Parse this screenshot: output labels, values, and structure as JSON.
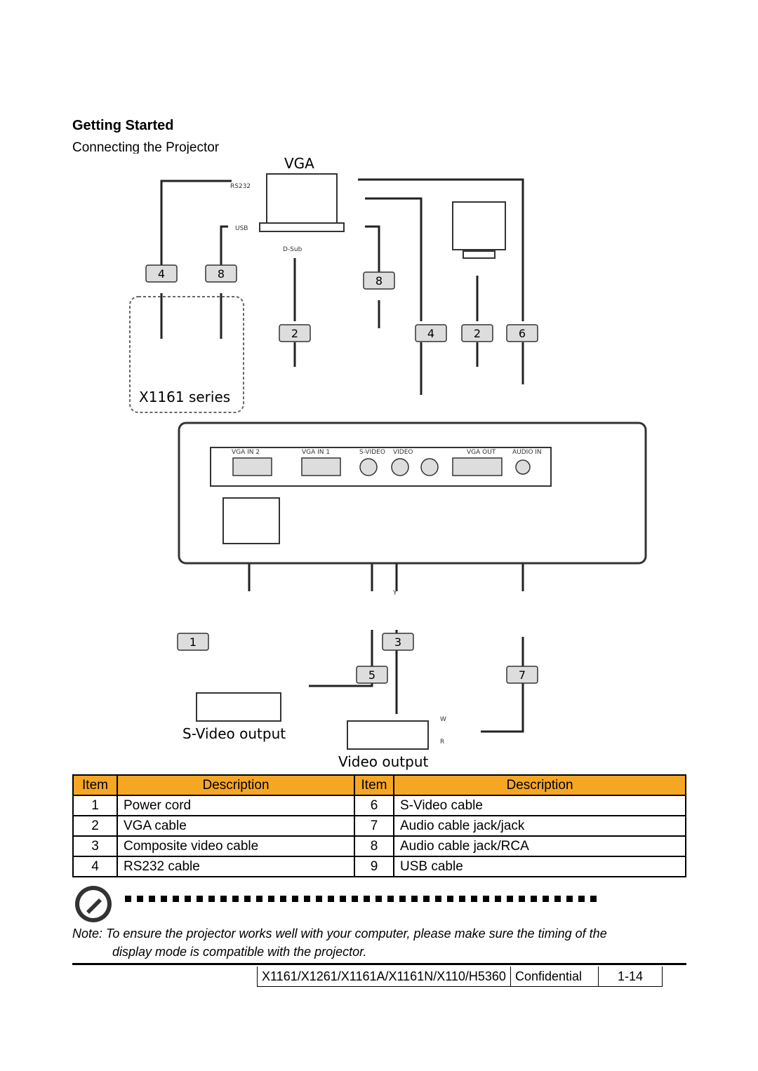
{
  "section": {
    "title": "Getting Started",
    "subtitle": "Connecting the Projector"
  },
  "diagram": {
    "labels": {
      "vga": "VGA",
      "series": "X1161 series",
      "svideo_output": "S-Video output",
      "video_output": "Video output",
      "rs232": "RS232",
      "usb": "USB",
      "dsub": "D-Sub",
      "vga_in_2": "VGA IN 2",
      "vga_in_1": "VGA IN 1",
      "svideo": "S-VIDEO",
      "video": "VIDEO",
      "vga_out": "VGA OUT",
      "audio_in": "AUDIO IN",
      "rca_w": "W",
      "rca_r": "R",
      "y": "Y"
    },
    "callouts": [
      "1",
      "2",
      "3",
      "4",
      "5",
      "6",
      "7",
      "8"
    ]
  },
  "table": {
    "headers": [
      "Item",
      "Description",
      "Item",
      "Description"
    ],
    "rows": [
      [
        "1",
        "Power cord",
        "6",
        "S-Video cable"
      ],
      [
        "2",
        "VGA cable",
        "7",
        "Audio cable jack/jack"
      ],
      [
        "3",
        "Composite video cable",
        "8",
        "Audio cable jack/RCA"
      ],
      [
        "4",
        "RS232 cable",
        "9",
        "USB cable"
      ]
    ],
    "header_color": "#f5a623"
  },
  "note": {
    "icon": "note-pen-icon",
    "line1": "Note: To ensure the projector works well with your computer, please make sure the timing of the",
    "line2": "display mode is compatible with the projector."
  },
  "footer": {
    "models": "X1161/X1261/X1161A/X1161N/X110/H5360",
    "confidential": "Confidential",
    "page": "1-14"
  }
}
